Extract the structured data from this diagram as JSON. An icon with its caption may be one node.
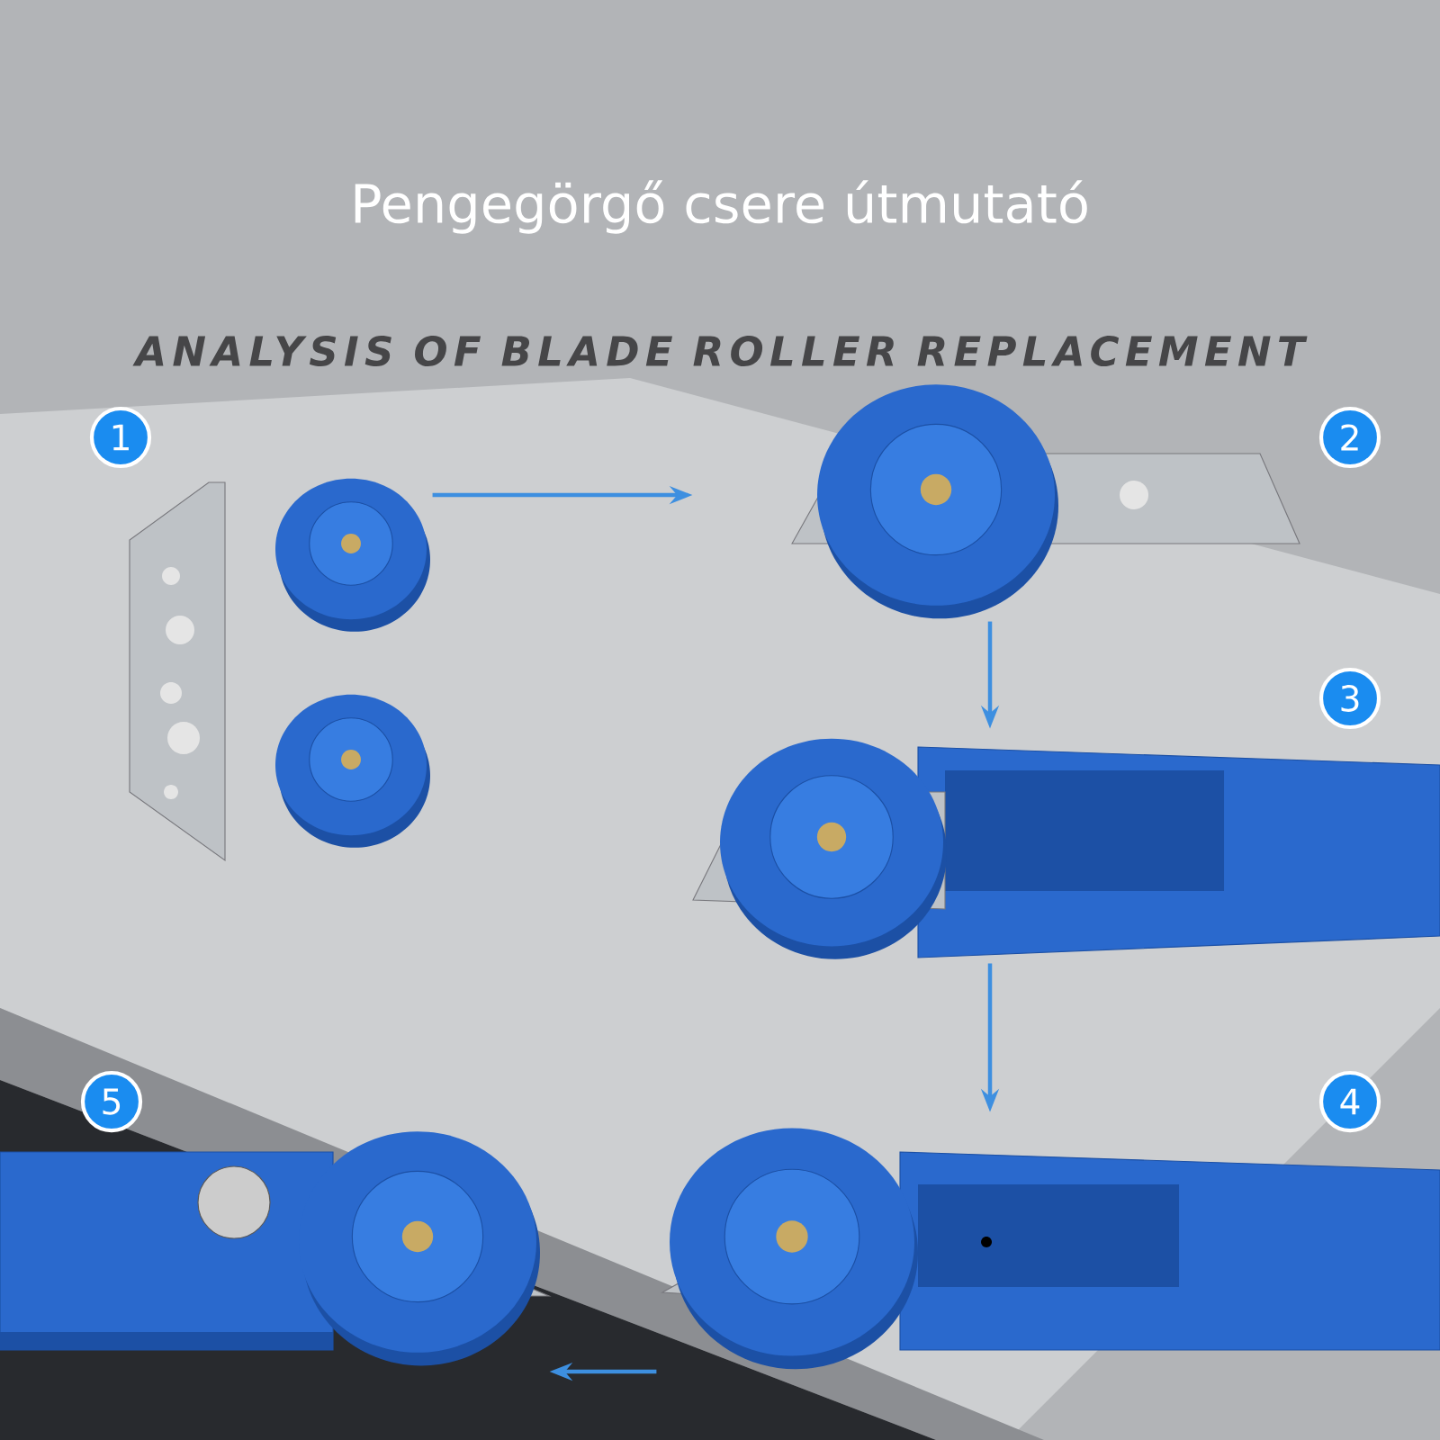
{
  "diagram": {
    "title": "Pengegörgő csere útmutató",
    "caption": "ANALYSIS OF BLADE ROLLER REPLACEMENT",
    "nodes": [
      {
        "text": [
          "1"
        ]
      },
      {
        "text": [],
        "shape": "picture"
      },
      {
        "text": [],
        "shape": "picture"
      },
      {
        "text": [
          "2"
        ]
      },
      {
        "text": [],
        "shape": "picture"
      },
      {
        "text": [
          "3"
        ]
      },
      {
        "text": [
          "5"
        ]
      },
      {
        "text": [],
        "shape": "picture"
      },
      {
        "text": [],
        "shape": "picture"
      },
      {
        "text": [
          "4"
        ]
      }
    ],
    "edges": [
      {
        "from": 1,
        "to": 2,
        "arrow": "to"
      },
      {
        "from": 2,
        "to": 4,
        "arrow": "to"
      },
      {
        "from": 4,
        "to": 8,
        "arrow": "to"
      },
      {
        "from": 8,
        "to": 7,
        "arrow": "to"
      }
    ]
  }
}
